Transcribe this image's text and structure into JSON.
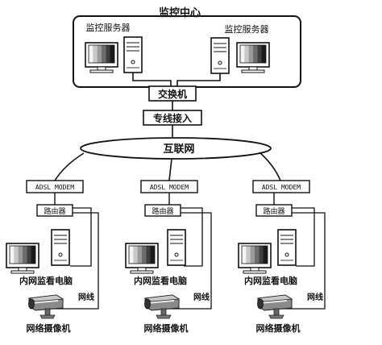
{
  "center": {
    "title": "监控中心",
    "server_left": "监控服务器",
    "server_right": "监控服务器"
  },
  "switch_label": "交换机",
  "leased_line": "专线接入",
  "internet": "互联网",
  "branches": [
    {
      "modem": "ADSL MODEM",
      "router": "路由器",
      "pc": "内网监看电脑",
      "cable": "网线",
      "camera": "网络摄像机"
    },
    {
      "modem": "ADSL MODEM",
      "router": "路由器",
      "pc": "内网监看电脑",
      "cable": "网线",
      "camera": "网络摄像机"
    },
    {
      "modem": "ADSL MODEM",
      "router": "路由器",
      "pc": "内网监看电脑",
      "cable": "网线",
      "camera": "网络摄像机"
    }
  ],
  "icons": {
    "monitor": "monitor-icon",
    "tower": "pc-tower-icon",
    "camera": "ip-camera-icon",
    "cloud": "internet-cloud-icon"
  },
  "colors": {
    "line": "#111111",
    "screen_stripes": [
      "#f4f4f4",
      "#c8c8c8",
      "#9a9a9a",
      "#6c6c6c",
      "#3e3e3e",
      "#1a1a1a"
    ]
  }
}
